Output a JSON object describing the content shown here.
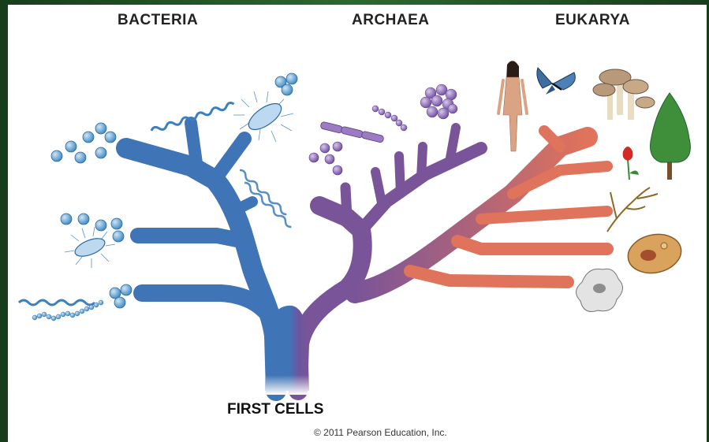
{
  "domains": {
    "bacteria": "BACTERIA",
    "archaea": "ARCHAEA",
    "eukarya": "EUKARYA"
  },
  "root_label": "FIRST CELLS",
  "copyright": "© 2011 Pearson Education, Inc.",
  "colors": {
    "bacteria": "#3f74b6",
    "archaea": "#7a5498",
    "eukarya": "#e0735b",
    "frame": "#1e4d22"
  }
}
